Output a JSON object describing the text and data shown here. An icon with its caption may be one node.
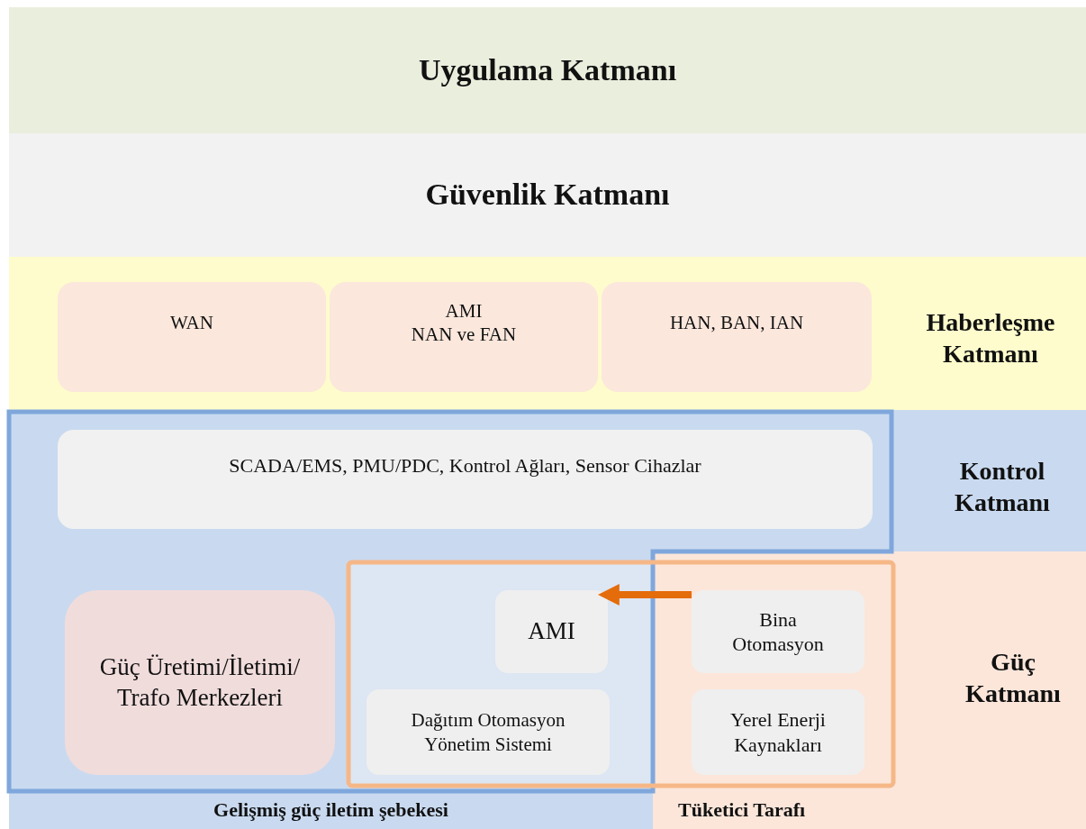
{
  "diagram": {
    "nodes": [
      {
        "text": [
          "Uygulama Katmanı"
        ]
      },
      {
        "text": [
          "Güvenlik Katmanı"
        ]
      },
      {
        "text": [
          "Haberleşme Katmanı"
        ]
      },
      {
        "text": [
          "WAN"
        ],
        "in": 2
      },
      {
        "text": [
          "AMI",
          "NAN ve FAN"
        ],
        "in": 2
      },
      {
        "text": [
          "HAN, BAN, IAN"
        ],
        "in": 2
      },
      {
        "text": [
          "Kontrol Katmanı"
        ]
      },
      {
        "text": [
          "SCADA/EMS, PMU/PDC, Kontrol Ağları, Sensor Cihazlar"
        ],
        "in": 6
      },
      {
        "text": [
          "Güç Katmanı"
        ]
      },
      {
        "text": [
          "Gelişmiş güç iletim şebekesi"
        ],
        "in": 8
      },
      {
        "text": [
          "Tüketici Tarafı"
        ],
        "in": 8
      },
      {
        "text": [
          "Güç Üretimi/İletimi/ Trafo Merkezleri"
        ],
        "in": 9
      },
      {
        "text": [
          "AMI"
        ],
        "in": 9
      },
      {
        "text": [
          "Dağıtım Otomasyon Yönetim Sistemi"
        ],
        "in": 9
      },
      {
        "text": [
          "Bina Otomasyon"
        ],
        "in": 10
      },
      {
        "text": [
          "Yerel Enerji Kaynakları"
        ],
        "in": 10
      }
    ],
    "edges": [
      {
        "from": 14,
        "to": 12,
        "arrow": "to"
      }
    ]
  }
}
